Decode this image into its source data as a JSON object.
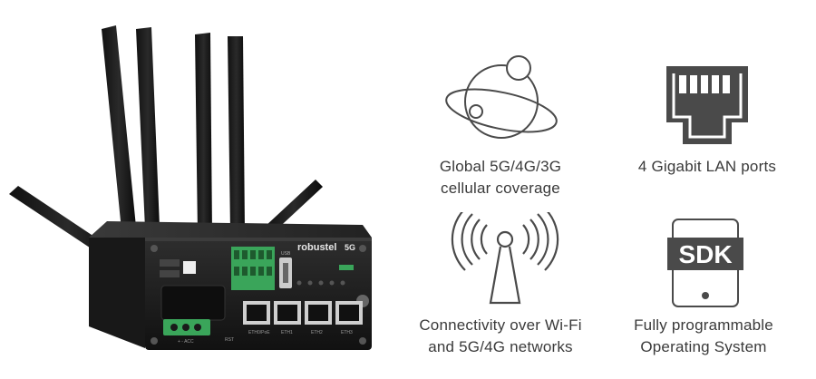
{
  "device": {
    "brand_label": "robustel",
    "network_badge": "5G",
    "usb_label": "USB",
    "port_labels": [
      "ETH0/PoE",
      "ETH1",
      "ETH2",
      "ETH3"
    ],
    "power_label": "+ - ACC",
    "reset_label": "RST"
  },
  "features": [
    {
      "icon": "globe-orbit-icon",
      "line1": "Global 5G/4G/3G",
      "line2": "cellular coverage"
    },
    {
      "icon": "lan-port-icon",
      "line1": "4 Gigabit LAN ports",
      "line2": ""
    },
    {
      "icon": "wifi-antenna-icon",
      "line1": "Connectivity over Wi-Fi",
      "line2": "and 5G/4G networks"
    },
    {
      "icon": "sdk-phone-icon",
      "sdk_text": "SDK",
      "line1": "Fully programmable",
      "line2": "Operating System"
    }
  ],
  "colors": {
    "text": "#3a3a3a",
    "icon_stroke": "#4a4a4a",
    "device_body": "#1c1c1c",
    "terminal_green": "#3aa55a"
  }
}
